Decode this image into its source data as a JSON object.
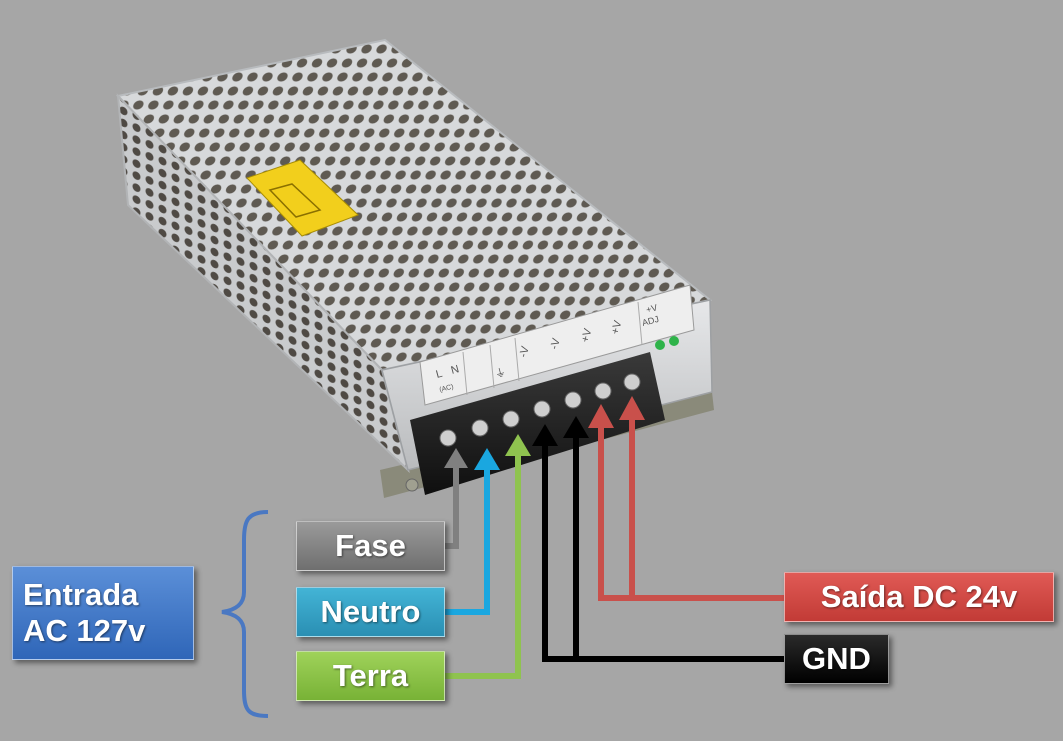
{
  "labels": {
    "entrada_line1": "Entrada",
    "entrada_line2": "AC 127v",
    "fase": "Fase",
    "neutro": "Neutro",
    "terra": "Terra",
    "saida": "Saída DC 24v",
    "gnd": "GND"
  },
  "terminals": [
    "L",
    "N",
    "(AC)",
    "⏚",
    "-V",
    "-V",
    "+V",
    "+V",
    "+V",
    "ADJ"
  ],
  "colors": {
    "background": "#a6a6a6",
    "fase": "#808080",
    "neutro": "#1aa7e0",
    "terra": "#8fc34f",
    "gnd": "#000000",
    "saida": "#c9504b",
    "brace": "#4a78c2"
  }
}
